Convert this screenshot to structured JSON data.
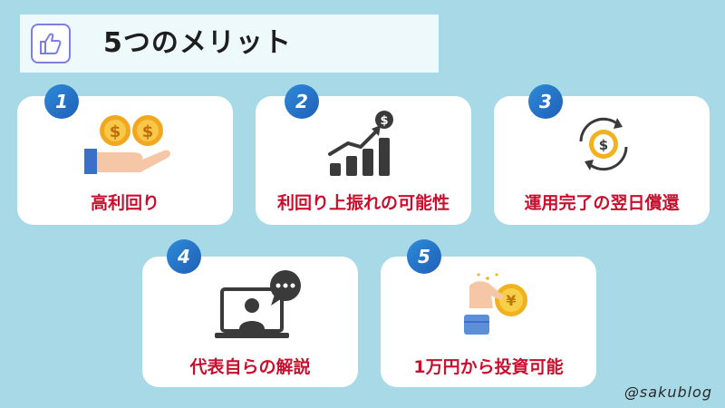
{
  "title": {
    "text": "5つのメリット",
    "icon": "thumbs-up-icon"
  },
  "cards": [
    {
      "number": "1",
      "label": "高利回り",
      "icon": "coins-on-hand-icon"
    },
    {
      "number": "2",
      "label": "利回り上振れの可能性",
      "icon": "growth-bars-icon"
    },
    {
      "number": "3",
      "label": "運用完了の翌日償還",
      "icon": "money-cycle-icon"
    },
    {
      "number": "4",
      "label": "代表自らの解説",
      "icon": "laptop-speaker-icon"
    },
    {
      "number": "5",
      "label": "1万円から投資可能",
      "icon": "yen-coin-hand-icon"
    }
  ],
  "watermark": "@sakublog",
  "colors": {
    "background": "#a8d9e6",
    "label": "#c8102e",
    "badge": "#2e8bd8"
  }
}
